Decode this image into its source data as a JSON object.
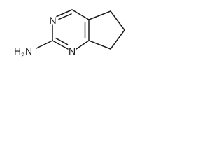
{
  "molecule": {
    "atoms": {
      "n3": "N",
      "n1": "N",
      "amine_main": "H",
      "amine_sub": "2",
      "amine_n": "N"
    }
  }
}
